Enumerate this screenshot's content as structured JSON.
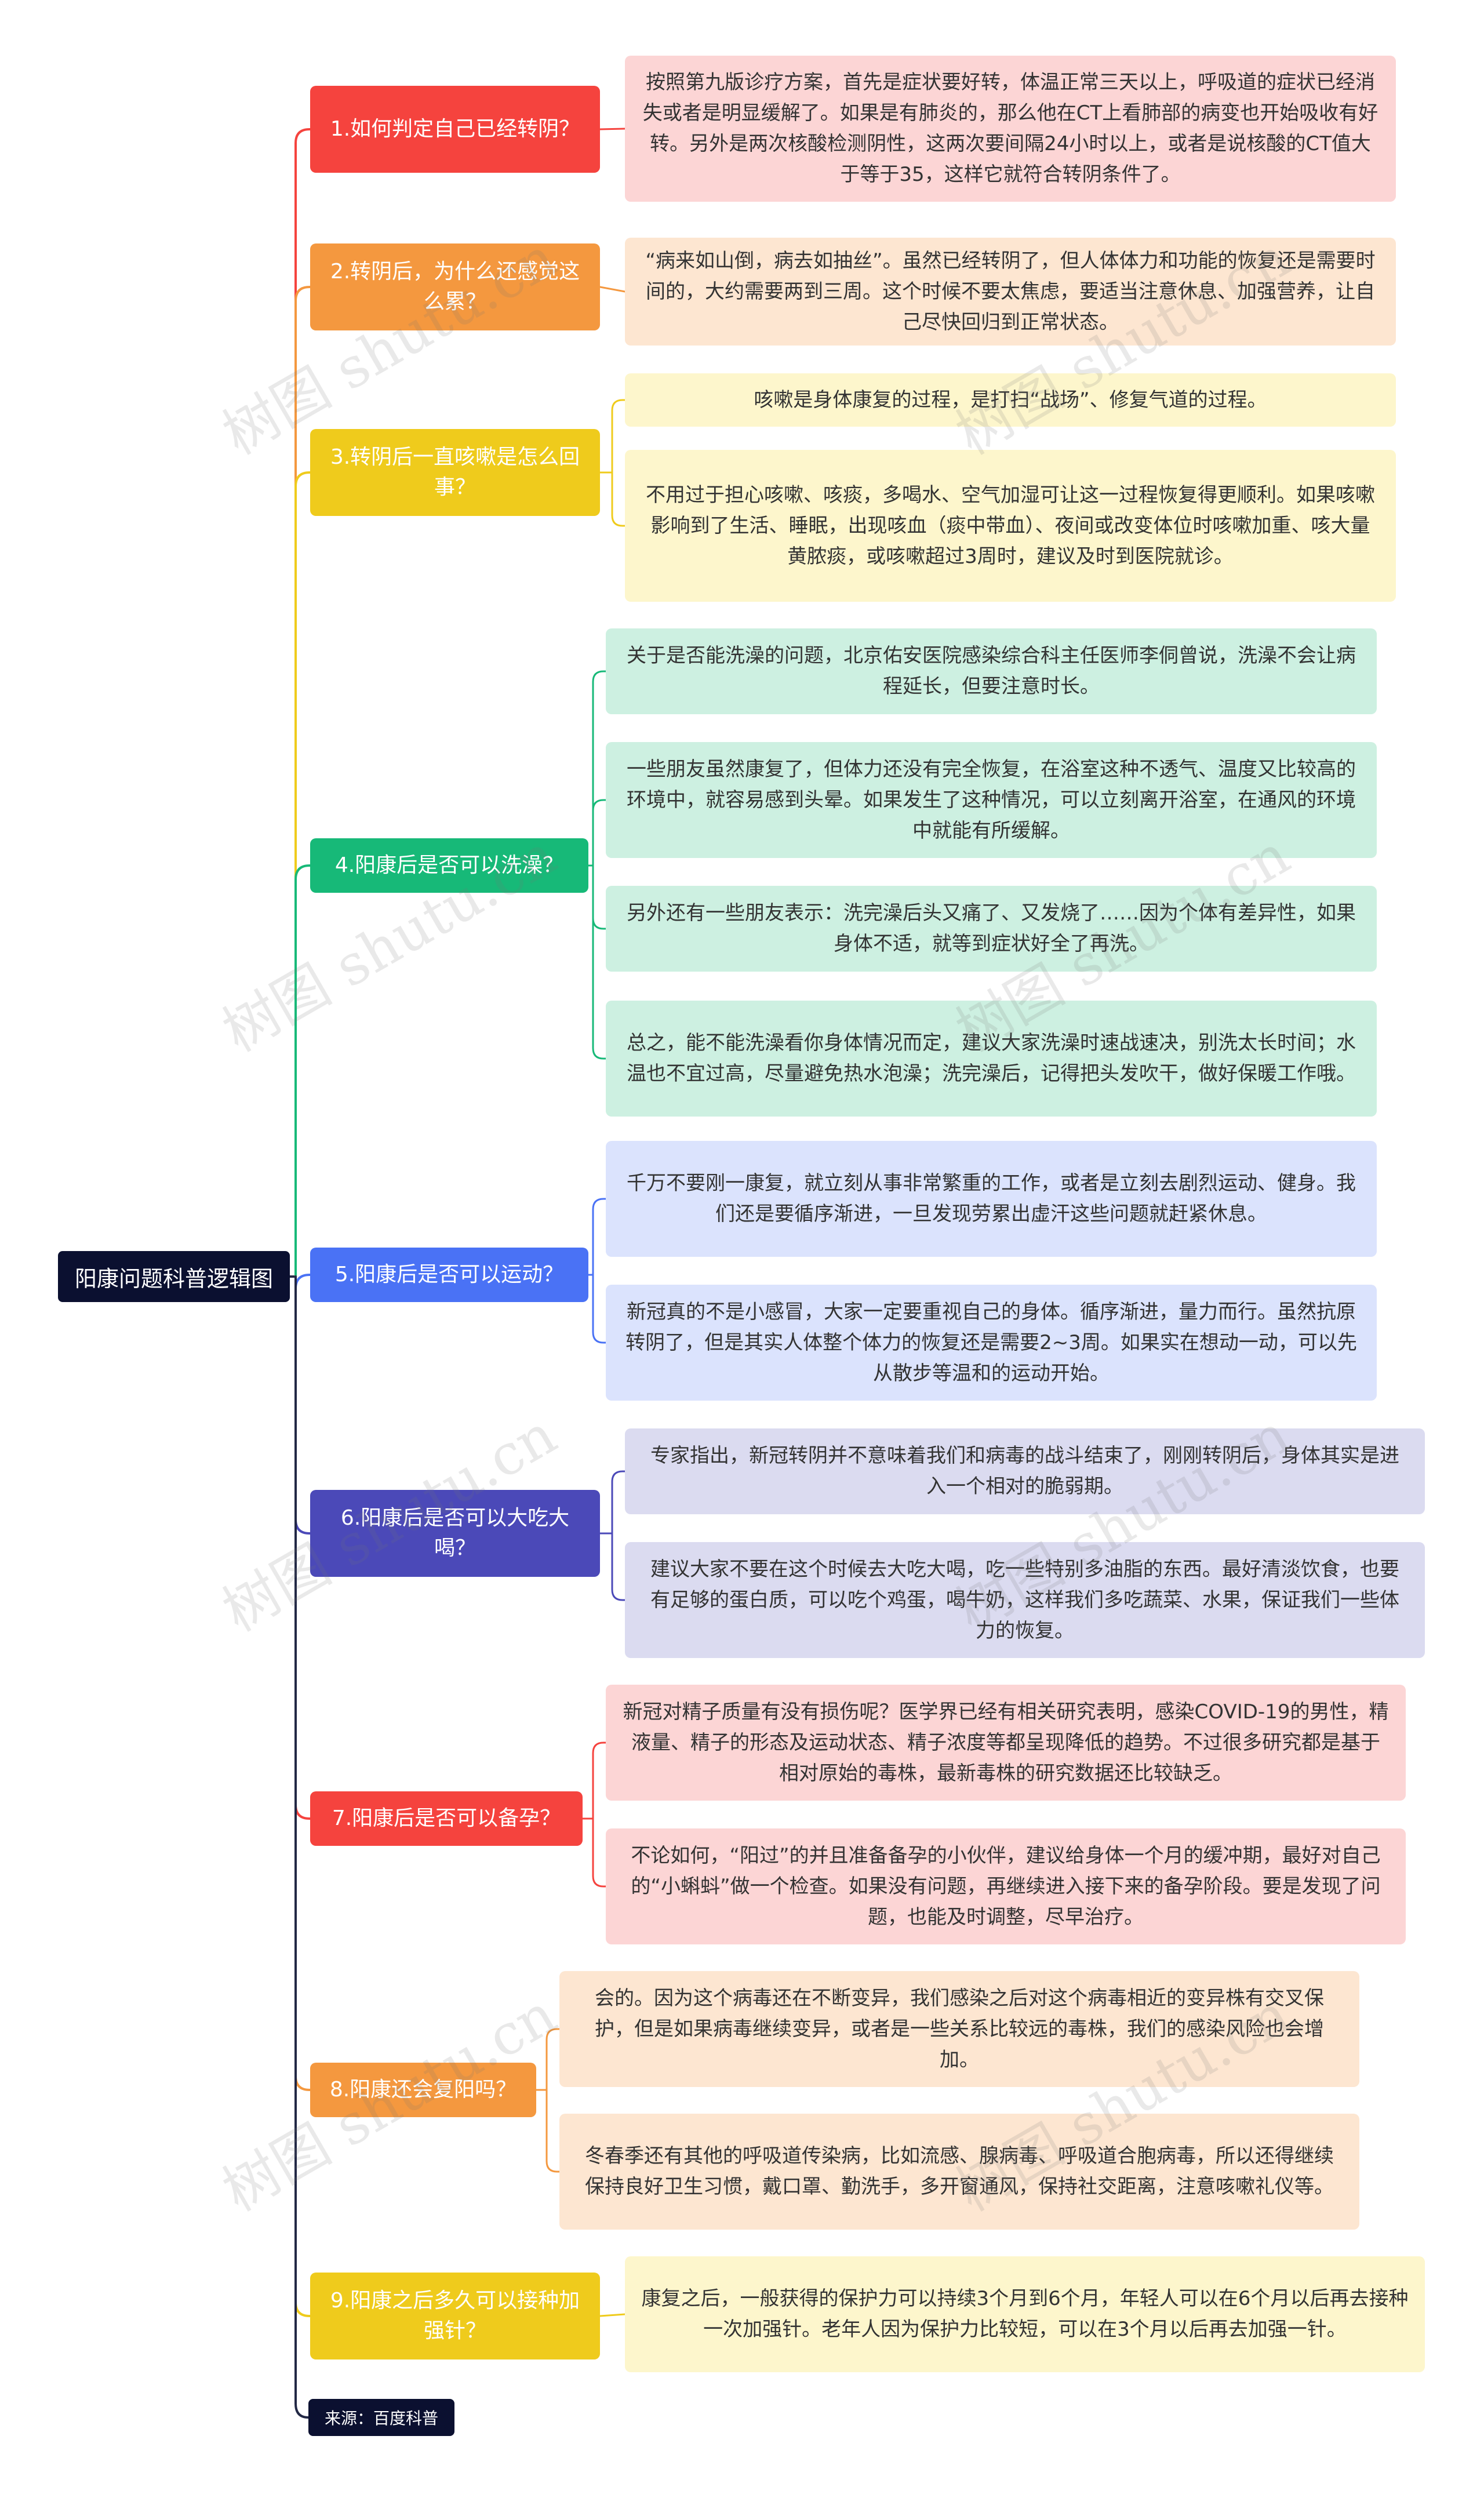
{
  "root": {
    "label": "阳康问题科普逻辑图"
  },
  "source": {
    "label": "来源：百度科普"
  },
  "watermark": "树图 shutu.cn",
  "branches": [
    {
      "label": "1.如何判定自己已经转阴？",
      "color": "#f5433e",
      "leaf_bg": "#fcd5d5",
      "leaves": [
        "按照第九版诊疗方案，首先是症状要好转，体温正常三天以上，呼吸道的症状已经消失或者是明显缓解了。如果是有肺炎的，那么他在CT上看肺部的病变也开始吸收有好转。另外是两次核酸检测阴性，这两次要间隔24小时以上，或者是说核酸的CT值大于等于35，这样它就符合转阴条件了。"
      ]
    },
    {
      "label": "2.转阴后，为什么还感觉这么累？",
      "color": "#f4983f",
      "leaf_bg": "#fde6d1",
      "leaves": [
        "“病来如山倒，病去如抽丝”。虽然已经转阴了，但人体体力和功能的恢复还是需要时间的，大约需要两到三周。这个时候不要太焦虑，要适当注意休息、加强营养，让自己尽快回归到正常状态。"
      ]
    },
    {
      "label": "3.转阴后一直咳嗽是怎么回事？",
      "color": "#efcb1c",
      "leaf_bg": "#fdf6cc",
      "leaves": [
        "咳嗽是身体康复的过程，是打扫“战场”、修复气道的过程。",
        "不用过于担心咳嗽、咳痰，多喝水、空气加湿可让这一过程恢复得更顺利。如果咳嗽影响到了生活、睡眠，出现咳血（痰中带血）、夜间或改变体位时咳嗽加重、咳大量黄脓痰，或咳嗽超过3周时，建议及时到医院就诊。"
      ]
    },
    {
      "label": "4.阳康后是否可以洗澡？",
      "color": "#17b978",
      "leaf_bg": "#cdf0e1",
      "leaves": [
        "关于是否能洗澡的问题，北京佑安医院感染综合科主任医师李侗曾说，洗澡不会让病程延长，但要注意时长。",
        "一些朋友虽然康复了，但体力还没有完全恢复，在浴室这种不透气、温度又比较高的环境中，就容易感到头晕。如果发生了这种情况，可以立刻离开浴室，在通风的环境中就能有所缓解。",
        "另外还有一些朋友表示：洗完澡后头又痛了、又发烧了……因为个体有差异性，如果身体不适，就等到症状好全了再洗。",
        "总之，能不能洗澡看你身体情况而定，建议大家洗澡时速战速决，别洗太长时间；水温也不宜过高，尽量避免热水泡澡；洗完澡后，记得把头发吹干，做好保暖工作哦。"
      ]
    },
    {
      "label": "5.阳康后是否可以运动？",
      "color": "#4a72f5",
      "leaf_bg": "#dbe3fd",
      "leaves": [
        "千万不要刚一康复，就立刻从事非常繁重的工作，或者是立刻去剧烈运动、健身。我们还是要循序渐进，一旦发现劳累出虚汗这些问题就赶紧休息。",
        "新冠真的不是小感冒，大家一定要重视自己的身体。循序渐进，量力而行。虽然抗原转阴了，但是其实人体整个体力的恢复还是需要2~3周。如果实在想动一动，可以先从散步等温和的运动开始。"
      ]
    },
    {
      "label": "6.阳康后是否可以大吃大喝？",
      "color": "#4b49b8",
      "leaf_bg": "#dbdbf0",
      "leaves": [
        "专家指出，新冠转阴并不意味着我们和病毒的战斗结束了，刚刚转阴后，身体其实是进入一个相对的脆弱期。",
        "建议大家不要在这个时候去大吃大喝，吃一些特别多油脂的东西。最好清淡饮食，也要有足够的蛋白质，可以吃个鸡蛋，喝牛奶，这样我们多吃蔬菜、水果，保证我们一些体力的恢复。"
      ]
    },
    {
      "label": "7.阳康后是否可以备孕？",
      "color": "#f5433e",
      "leaf_bg": "#fcd5d5",
      "leaves": [
        "新冠对精子质量有没有损伤呢？医学界已经有相关研究表明，感染COVID-19的男性，精液量、精子的形态及运动状态、精子浓度等都呈现降低的趋势。不过很多研究都是基于相对原始的毒株，最新毒株的研究数据还比较缺乏。",
        "不论如何，“阳过”的并且准备备孕的小伙伴，建议给身体一个月的缓冲期，最好对自己的“小蝌蚪”做一个检查。如果没有问题，再继续进入接下来的备孕阶段。要是发现了问题，也能及时调整，尽早治疗。"
      ]
    },
    {
      "label": "8.阳康还会复阳吗？",
      "color": "#f4983f",
      "leaf_bg": "#fde6d1",
      "leaves": [
        "会的。因为这个病毒还在不断变异，我们感染之后对这个病毒相近的变异株有交叉保护，但是如果病毒继续变异，或者是一些关系比较远的毒株，我们的感染风险也会增加。",
        "冬春季还有其他的呼吸道传染病，比如流感、腺病毒、呼吸道合胞病毒，所以还得继续保持良好卫生习惯，戴口罩、勤洗手，多开窗通风，保持社交距离，注意咳嗽礼仪等。"
      ]
    },
    {
      "label": "9.阳康之后多久可以接种加强针？",
      "color": "#efcb1c",
      "leaf_bg": "#fdf6cc",
      "leaves": [
        "康复之后，一般获得的保护力可以持续3个月到6个月，年轻人可以在6个月以后再去接种一次加强针。老年人因为保护力比较短，可以在3个月以后再去加强一针。"
      ]
    }
  ]
}
